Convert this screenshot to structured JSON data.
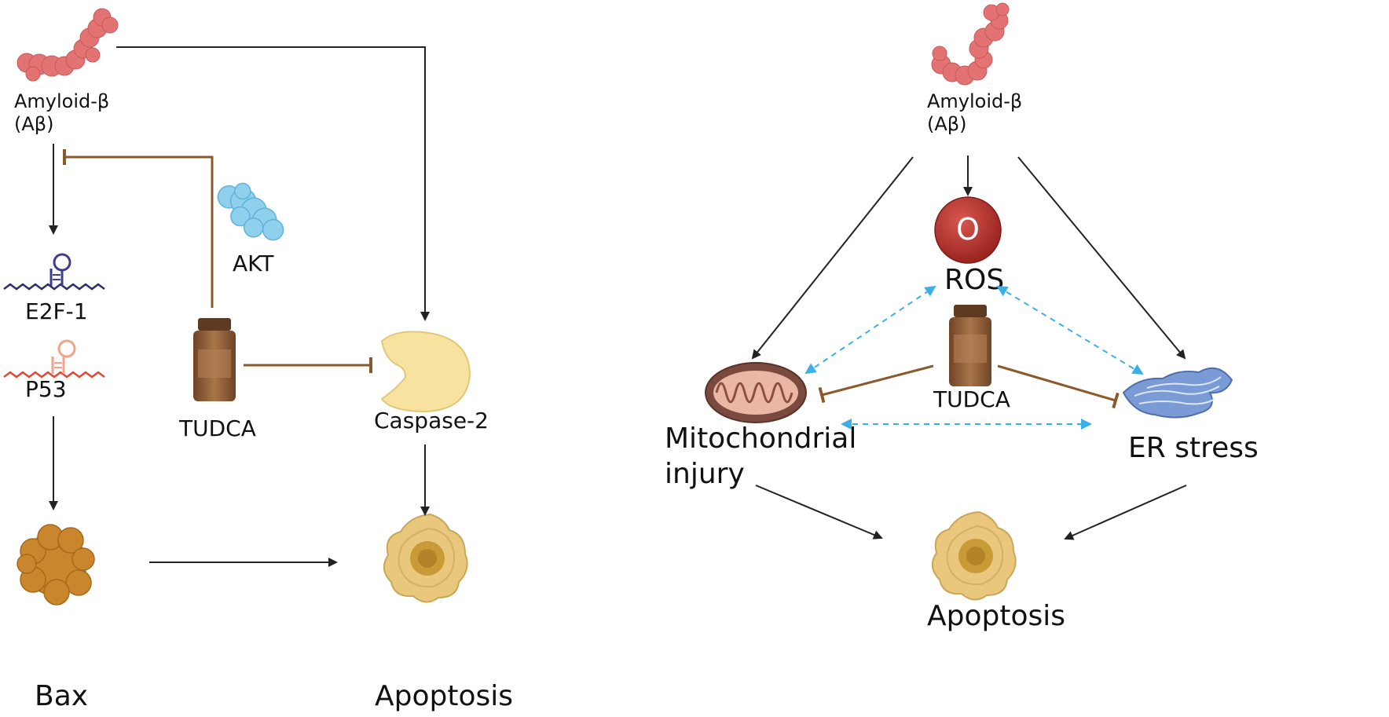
{
  "left_panel": {
    "amyloid": {
      "line1": "Amyloid-β",
      "line2": "(Aβ)"
    },
    "e2f1": "E2F-1",
    "p53": "P53",
    "bax": "Bax",
    "akt": "AKT",
    "tudca": "TUDCA",
    "caspase2": "Caspase-2",
    "apoptosis": "Apoptosis"
  },
  "right_panel": {
    "amyloid": {
      "line1": "Amyloid-β",
      "line2": "(Aβ)"
    },
    "ros_symbol": "O",
    "ros": "ROS",
    "tudca": "TUDCA",
    "mito": {
      "line1": "Mitochondrial",
      "line2": "injury"
    },
    "er_stress": "ER stress",
    "apoptosis": "Apoptosis"
  },
  "colors": {
    "arrow": "#222222",
    "inhibit": "#8B5A2B",
    "bidirectional": "#3BB0E8",
    "amyloid": "#E37373",
    "akt": "#8FD0EC",
    "tudca_bottle": "#8A5A36",
    "caspase": "#F8E2A0",
    "apoptosis_cell": "#E9C77D",
    "bax": "#C9862C",
    "ros": "#B5322D",
    "mito": "#7B4A3F",
    "er": "#7A9BD6"
  },
  "icons": [
    "amyloid-icon",
    "dna-icon",
    "protein-cluster-icon",
    "bottle-icon",
    "caspase-icon",
    "cell-icon",
    "ros-sphere-icon",
    "mitochondria-icon",
    "er-icon"
  ]
}
